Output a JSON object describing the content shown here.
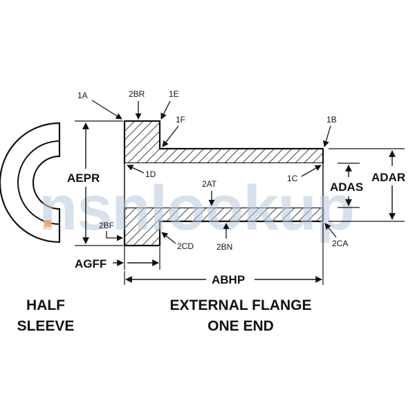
{
  "watermark": {
    "text": "nsnlookup",
    "accent_color": "#f3a464",
    "text_color": "#b8c9dc"
  },
  "dimension_labels": {
    "aepr": "AEPR",
    "agff": "AGFF",
    "abhp": "ABHP",
    "adas": "ADAS",
    "adar": "ADAR"
  },
  "point_labels": {
    "p1a": "1A",
    "p2br": "2BR",
    "p1e": "1E",
    "p1f": "1F",
    "p1b": "1B",
    "p1d": "1D",
    "p2at": "2AT",
    "p1c": "1C",
    "p2bf": "2BF",
    "p2cd": "2CD",
    "p2bn": "2BN",
    "p2ca": "2CA"
  },
  "captions": {
    "half_sleeve_line1": "HALF",
    "half_sleeve_line2": "SLEEVE",
    "flange_line1": "EXTERNAL FLANGE",
    "flange_line2": "ONE END"
  }
}
